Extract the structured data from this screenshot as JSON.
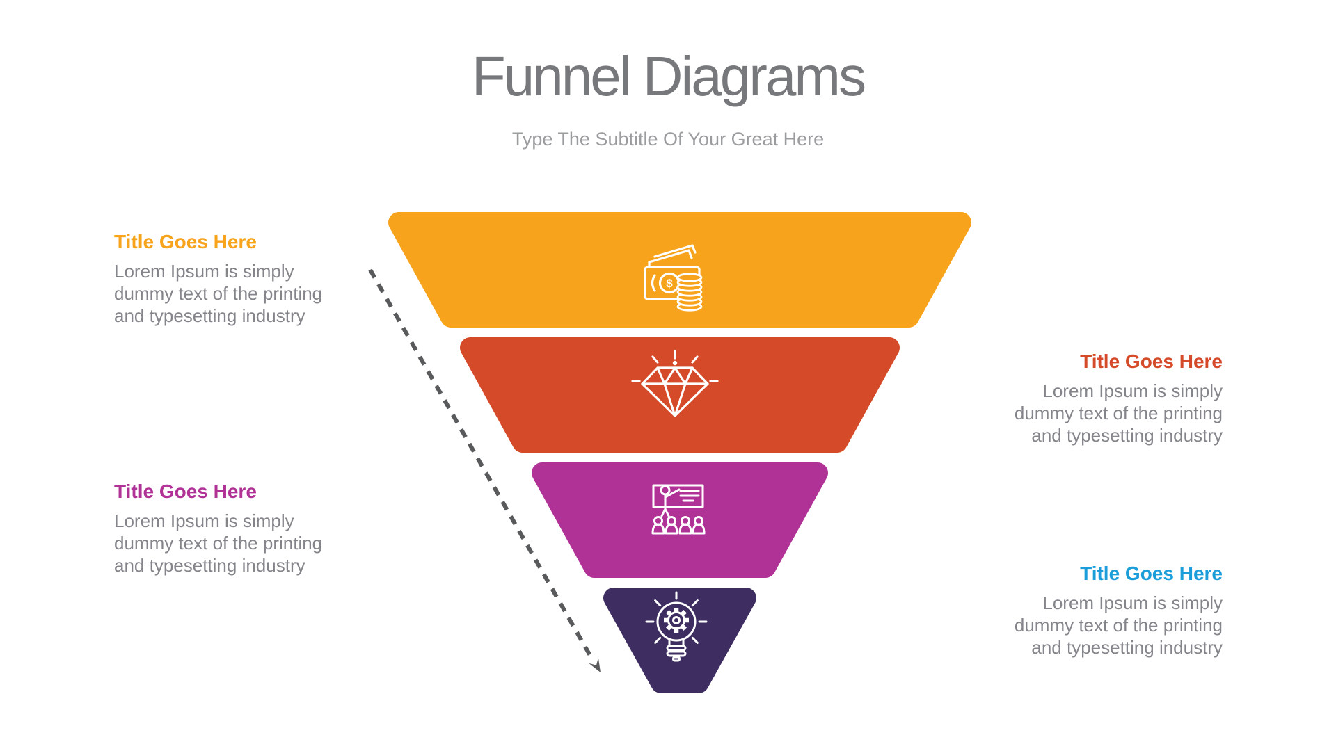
{
  "page": {
    "title": "Funnel Diagrams",
    "subtitle": "Type The Subtitle Of Your Great Here",
    "background_color": "#FFFFFF",
    "title_color": "#77787B",
    "subtitle_color": "#9B9C9E"
  },
  "body_text_color": "#84858A",
  "funnel": {
    "icon_color": "#FFFFFF",
    "arrow_color": "#595A5C",
    "levels": [
      {
        "label": "level-1",
        "color": "#F7A31C",
        "icon": "money-icon",
        "icon_text": "$"
      },
      {
        "label": "level-2",
        "color": "#D54A28",
        "icon": "diamond-icon"
      },
      {
        "label": "level-3",
        "color": "#B13296",
        "icon": "presentation-icon"
      },
      {
        "label": "level-4",
        "color": "#3E2D60",
        "icon": "idea-lightbulb-icon"
      }
    ]
  },
  "callouts": [
    {
      "position": "left-top",
      "title": "Title Goes Here",
      "title_color": "#F7A31C",
      "lines": [
        "Lorem Ipsum is simply",
        "dummy text of the printing",
        "and typesetting industry"
      ]
    },
    {
      "position": "right-top",
      "title": "Title Goes Here",
      "title_color": "#D54A28",
      "lines": [
        "Lorem Ipsum is simply",
        "dummy text of the printing",
        "and typesetting industry"
      ]
    },
    {
      "position": "left-bottom",
      "title": "Title Goes Here",
      "title_color": "#B13296",
      "lines": [
        "Lorem Ipsum is simply",
        "dummy text of the printing",
        "and typesetting industry"
      ]
    },
    {
      "position": "right-bottom",
      "title": "Title Goes Here",
      "title_color": "#1B9DD9",
      "lines": [
        "Lorem Ipsum is simply",
        "dummy text of the printing",
        "and typesetting industry"
      ]
    }
  ]
}
